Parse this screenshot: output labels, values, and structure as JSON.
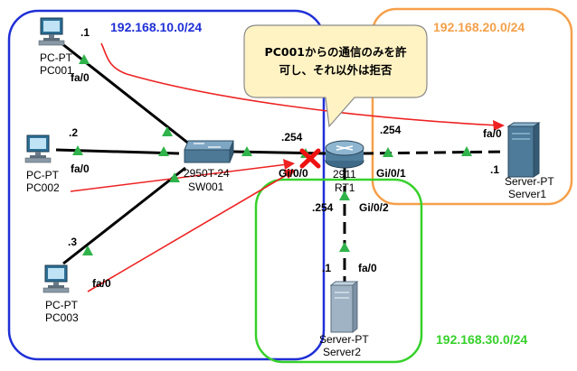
{
  "networks": {
    "net10": {
      "label": "192.168.10.0/24",
      "color": "#1f2fd6"
    },
    "net20": {
      "label": "192.168.20.0/24",
      "color": "#f5a04a"
    },
    "net30": {
      "label": "192.168.30.0/24",
      "color": "#36d12a"
    }
  },
  "callout": {
    "line1": "PC001からの通信のみを許",
    "line2": "可し、それ以外は拒否",
    "fill": "#fff3c4"
  },
  "devices": {
    "pc001": {
      "type": "PC-PT",
      "name": "PC001",
      "ip": ".1",
      "port": "fa/0"
    },
    "pc002": {
      "type": "PC-PT",
      "name": "PC002",
      "ip": ".2",
      "port": "fa/0"
    },
    "pc003": {
      "type": "PC-PT",
      "name": "PC003",
      "ip": ".3",
      "port": "fa/0"
    },
    "sw001": {
      "type": "2950T-24",
      "name": "SW001"
    },
    "rt1": {
      "type": "2911",
      "name": "RT1",
      "gi00": {
        "port": "Gi/0/0",
        "ip": ".254"
      },
      "gi01": {
        "port": "Gi/0/1",
        "ip": ".254"
      },
      "gi02": {
        "port": "Gi/0/2",
        "ip": ".254"
      }
    },
    "server1": {
      "type": "Server-PT",
      "name": "Server1",
      "ip": ".1",
      "port": "fa/0"
    },
    "server2": {
      "type": "Server-PT",
      "name": "Server2",
      "ip": ".1",
      "port": "fa/0"
    }
  },
  "colors": {
    "flow": "#ee2222",
    "link": "#000000",
    "block": "#ee1111",
    "port": "#2fb34a"
  }
}
